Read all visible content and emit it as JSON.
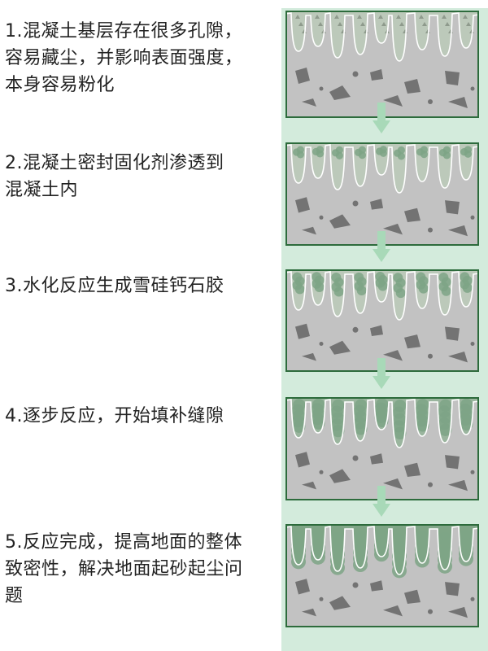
{
  "steps": [
    {
      "text": "1.混凝土基层存在很多孔隙，\n容易藏尘，并影响表面强度，\n本身容易粉化",
      "fill_level": 0
    },
    {
      "text": "2.混凝土密封固化剂渗透到\n混凝土内",
      "fill_level": 0.2
    },
    {
      "text": "3.水化反应生成雪硅钙石胶",
      "fill_level": 0.45
    },
    {
      "text": "4.逐步反应，开始填补缝隙",
      "fill_level": 0.75
    },
    {
      "text": "5.反应完成，提高地面的整体\n致密性，解决地面起砂起尘问\n题",
      "fill_level": 1
    }
  ],
  "colors": {
    "strip": "#d3ebdc",
    "frame": "#2d6b3c",
    "concrete": "#c2c2c2",
    "pore": "#bcc9ba",
    "sealer": "#7ea486",
    "particle": "#737373",
    "arrow": "#a8d9b8"
  }
}
